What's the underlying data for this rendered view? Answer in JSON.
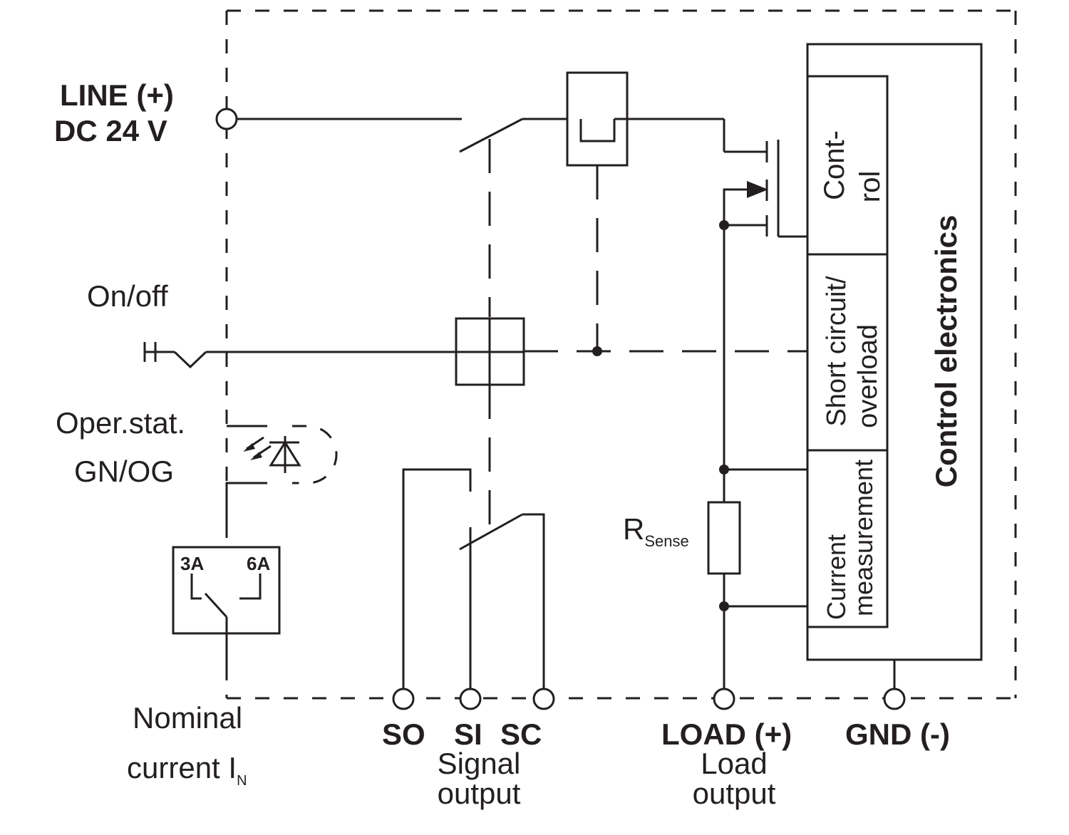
{
  "inputs": {
    "line_label_1": "LINE (+)",
    "line_label_2": "DC 24 V",
    "onoff_label": "On/off",
    "operstat_label_1": "Oper.stat.",
    "operstat_label_2": "GN/OG"
  },
  "nominal_current": {
    "label_1": "Nominal",
    "label_2": "current I",
    "label_sub": "N",
    "option_low": "3A",
    "option_high": "6A"
  },
  "rsense": {
    "label": "R",
    "sub": "Sense"
  },
  "terminals": {
    "so": "SO",
    "si": "SI",
    "sc": "SC",
    "signal_output_1": "Signal",
    "signal_output_2": "output",
    "load": "LOAD (+)",
    "load_output_1": "Load",
    "load_output_2": "output",
    "gnd": "GND (-)"
  },
  "control": {
    "main_label": "Control electronics",
    "control_1": "Cont-",
    "control_2": "rol",
    "short_1": "Short circuit/",
    "short_2": "overload",
    "current_1": "Current",
    "current_2": "measurement"
  }
}
